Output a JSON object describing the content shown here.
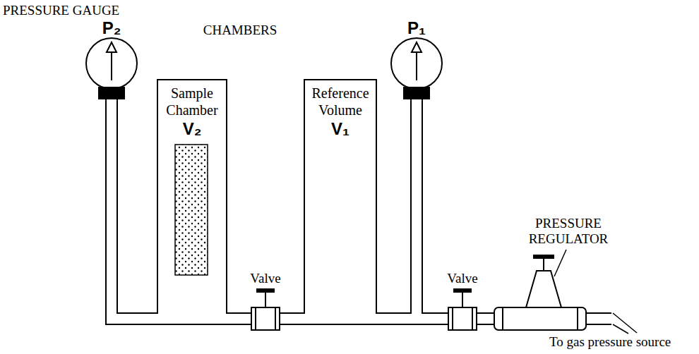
{
  "diagram": {
    "nodes": [
      {
        "text": [
          "Sample Chamber",
          "V₂"
        ]
      },
      {
        "text": [
          "Reference Volume",
          "V₁"
        ]
      }
    ],
    "edges": [
      {
        "from": 0,
        "to": 1,
        "arrow": "none"
      }
    ],
    "labels": [
      "PRESSURE GAUGE",
      "P₂",
      "CHAMBERS",
      "P₁",
      "Valve",
      "Valve",
      "PRESSURE REGULATOR",
      "To gas pressure source"
    ]
  }
}
